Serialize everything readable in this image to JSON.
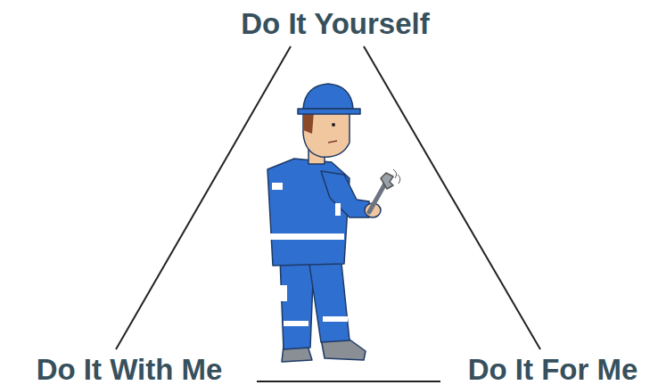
{
  "diagram": {
    "labels": [
      "Do It Yourself",
      "Do It With Me",
      "Do It For Me"
    ]
  }
}
